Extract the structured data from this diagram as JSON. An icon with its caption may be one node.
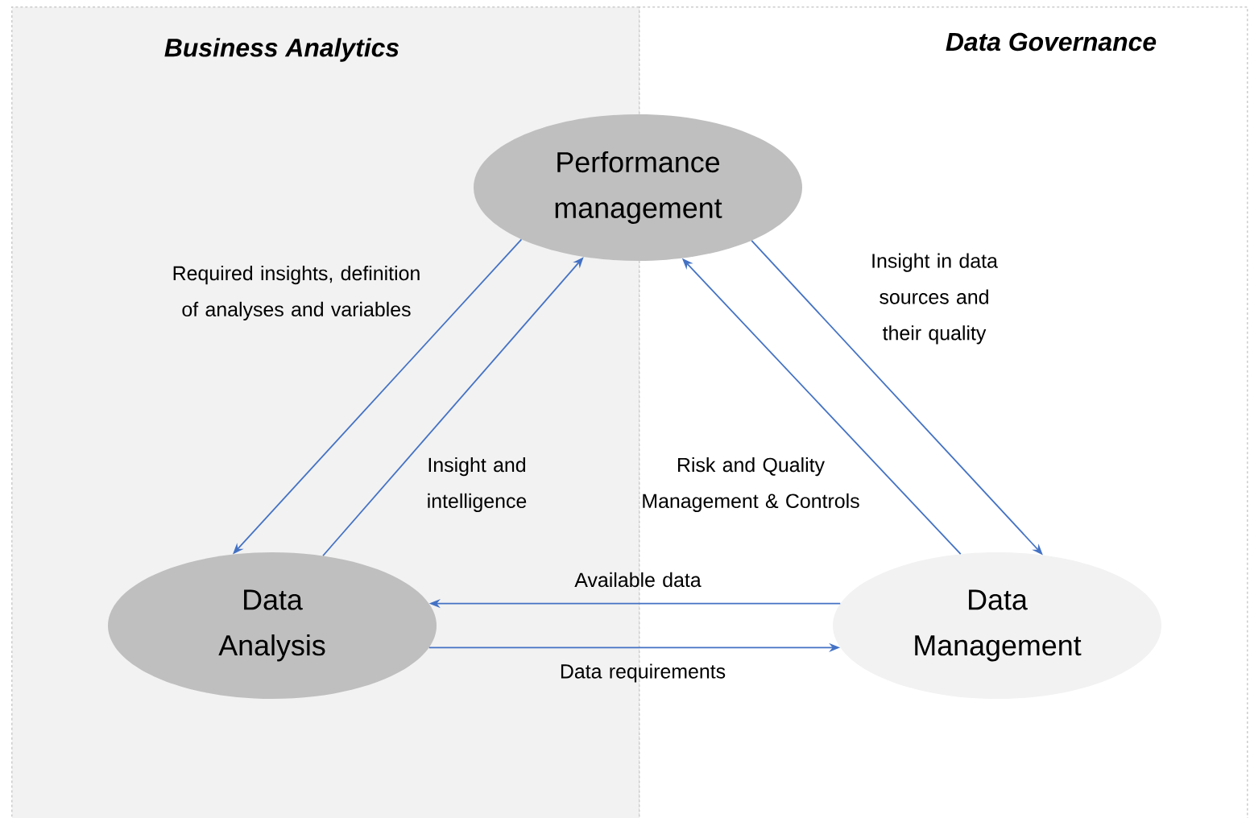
{
  "diagram": {
    "nodes": [
      {
        "text": [
          "Business Analytics"
        ]
      },
      {
        "text": [
          "Data Governance"
        ]
      },
      {
        "text": [
          "Performance management"
        ]
      },
      {
        "text": [
          "Data Analysis"
        ],
        "in": 0
      },
      {
        "text": [
          "Data Management"
        ],
        "in": 1
      }
    ],
    "edges": [
      {
        "from": 2,
        "to": 3,
        "arrow": "to",
        "label": "Required insights, definition of analyses and variables"
      },
      {
        "from": 3,
        "to": 2,
        "arrow": "to",
        "label": "Insight and intelligence"
      },
      {
        "from": 4,
        "to": 2,
        "arrow": "to",
        "label": "Risk and Quality Management & Controls"
      },
      {
        "from": 2,
        "to": 4,
        "arrow": "to",
        "label": "Insight in data sources and their quality"
      },
      {
        "from": 4,
        "to": 3,
        "arrow": "to",
        "label": "Available data"
      },
      {
        "from": 3,
        "to": 4,
        "arrow": "to",
        "label": "Data requirements"
      }
    ]
  }
}
